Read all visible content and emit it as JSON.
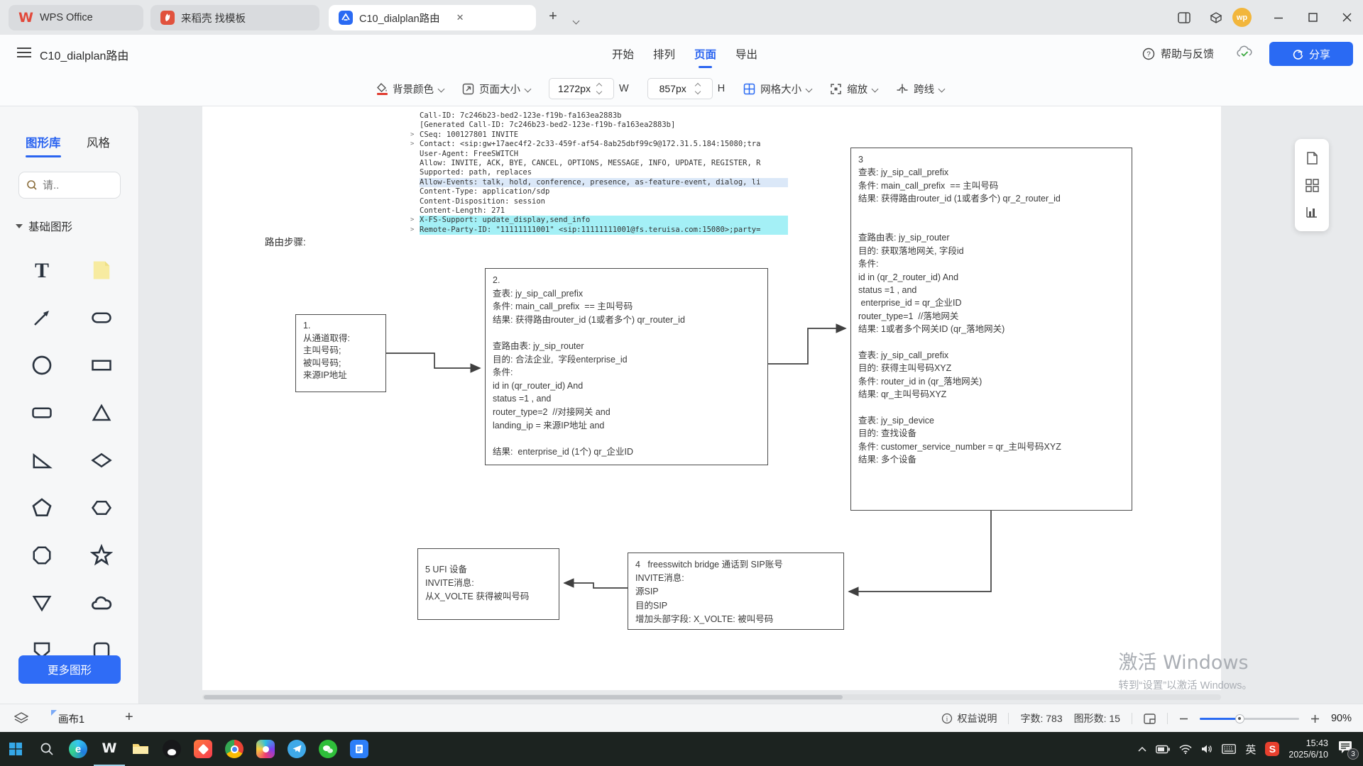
{
  "window": {
    "tabs": [
      {
        "label": "WPS Office"
      },
      {
        "label": "来稻壳 找模板"
      },
      {
        "label": "C10_dialplan路由",
        "close": "✕"
      }
    ],
    "new_tab": "+",
    "avatar": "wp"
  },
  "menubar": {
    "title": "C10_dialplan路由",
    "menus": [
      {
        "label": "开始"
      },
      {
        "label": "排列"
      },
      {
        "label": "页面"
      },
      {
        "label": "导出"
      }
    ],
    "help": "帮助与反馈",
    "share": "分享"
  },
  "toolbar": {
    "bg_color_label": "背景颜色",
    "page_size_label": "页面大小",
    "width_value": "1272px",
    "width_unit": "W",
    "height_value": "857px",
    "height_unit": "H",
    "grid_label": "网格大小",
    "zoom_label": "缩放",
    "crossline_label": "跨线"
  },
  "sidebar": {
    "tab_shapes": "图形库",
    "tab_style": "风格",
    "search_placeholder": "请..",
    "section_title": "基础图形",
    "shapes": [
      "text",
      "note",
      "arrow",
      "pill",
      "circle",
      "rectangle",
      "rounded-rectangle",
      "triangle",
      "right-triangle",
      "diamond",
      "pentagon",
      "hexagon",
      "octagon",
      "star",
      "down-triangle",
      "cloud",
      "shield",
      "rounded-square"
    ],
    "more_button": "更多图形"
  },
  "canvas": {
    "sip_trace": {
      "lines": [
        {
          "pre": "",
          "text": "Call-ID: 7c246b23-bed2-123e-f19b-fa163ea2883b",
          "hl": ""
        },
        {
          "pre": "",
          "text": "[Generated Call-ID: 7c246b23-bed2-123e-f19b-fa163ea2883b]",
          "hl": ""
        },
        {
          "pre": ">",
          "text": "CSeq: 100127801 INVITE",
          "hl": ""
        },
        {
          "pre": ">",
          "text": "Contact: <sip:gw+17aec4f2-2c33-459f-af54-8ab25dbf99c9@172.31.5.184:15080;tra",
          "hl": ""
        },
        {
          "pre": "",
          "text": "User-Agent: FreeSWITCH",
          "hl": ""
        },
        {
          "pre": "",
          "text": "Allow: INVITE, ACK, BYE, CANCEL, OPTIONS, MESSAGE, INFO, UPDATE, REGISTER, R",
          "hl": ""
        },
        {
          "pre": "",
          "text": "Supported: path, replaces",
          "hl": ""
        },
        {
          "pre": "",
          "text": "Allow-Events: talk, hold, conference, presence, as-feature-event, dialog, li",
          "hl": "blue"
        },
        {
          "pre": "",
          "text": "Content-Type: application/sdp",
          "hl": ""
        },
        {
          "pre": "",
          "text": "Content-Disposition: session",
          "hl": ""
        },
        {
          "pre": "",
          "text": "Content-Length: 271",
          "hl": ""
        },
        {
          "pre": ">",
          "text": "X-FS-Support: update_display,send_info",
          "hl": "cyan"
        },
        {
          "pre": ">",
          "text": "Remote-Party-ID: \"11111111001\" <sip:11111111001@fs.teruisa.com:15080>;party=",
          "hl": "cyan"
        }
      ]
    },
    "route_label": "路由步骤:",
    "box1": {
      "lines": [
        "1.",
        "从通道取得:",
        "主叫号码;",
        "被叫号码;",
        "来源IP地址"
      ]
    },
    "box2": {
      "lines": [
        "2.",
        "查表: jy_sip_call_prefix",
        "条件: main_call_prefix  == 主叫号码",
        "结果: 获得路由router_id (1或者多个) qr_router_id",
        "",
        "查路由表: jy_sip_router",
        "目的: 合法企业,  字段enterprise_id",
        "条件:",
        "id in (qr_router_id) And",
        "status =1 , and",
        "router_type=2  //对接网关 and",
        "landing_ip = 来源IP地址 and",
        "",
        "结果:  enterprise_id (1个) qr_企业ID"
      ]
    },
    "box3": {
      "lines": [
        "3",
        "查表: jy_sip_call_prefix",
        "条件: main_call_prefix  == 主叫号码",
        "结果: 获得路由router_id (1或者多个) qr_2_router_id",
        "",
        "",
        "查路由表: jy_sip_router",
        "目的: 获取落地网关, 字段id",
        "条件:",
        "id in (qr_2_router_id) And",
        "status =1 , and",
        " enterprise_id = qr_企业ID",
        "router_type=1  //落地网关",
        "结果: 1或者多个网关ID (qr_落地网关)",
        "",
        "查表: jy_sip_call_prefix",
        "目的: 获得主叫号码XYZ",
        "条件: router_id in (qr_落地网关)",
        "结果: qr_主叫号码XYZ",
        "",
        "查表: jy_sip_device",
        "目的: 查找设备",
        "条件: customer_service_number = qr_主叫号码XYZ",
        "结果: 多个设备"
      ]
    },
    "box4": {
      "lines": [
        "4   freesswitch bridge 通话到 SIP账号",
        "INVITE消息:",
        "源SIP",
        "目的SIP",
        "增加头部字段: X_VOLTE: 被叫号码"
      ]
    },
    "box5": {
      "lines": [
        "5 UFI 设备",
        "INVITE消息:",
        "从X_VOLTE 获得被叫号码"
      ]
    },
    "watermark": {
      "line1": "激活 Windows",
      "line2": "转到“设置”以激活 Windows。"
    }
  },
  "footer": {
    "canvas_tab": "画布1",
    "add": "+",
    "rights_label": "权益说明",
    "words_label": "字数:",
    "words_value": "783",
    "shapes_label": "图形数:",
    "shapes_value": "15",
    "zoom_value": "90%"
  },
  "taskbar": {
    "lang": "英",
    "ime": "S",
    "time": "15:43",
    "date": "2025/6/10",
    "badge": "3"
  },
  "colors": {
    "accent": "#2a6af3",
    "highlight_blue": "#dbe8f8",
    "highlight_cyan": "#a4f0f6",
    "taskbar_bg": "#1c2320"
  }
}
